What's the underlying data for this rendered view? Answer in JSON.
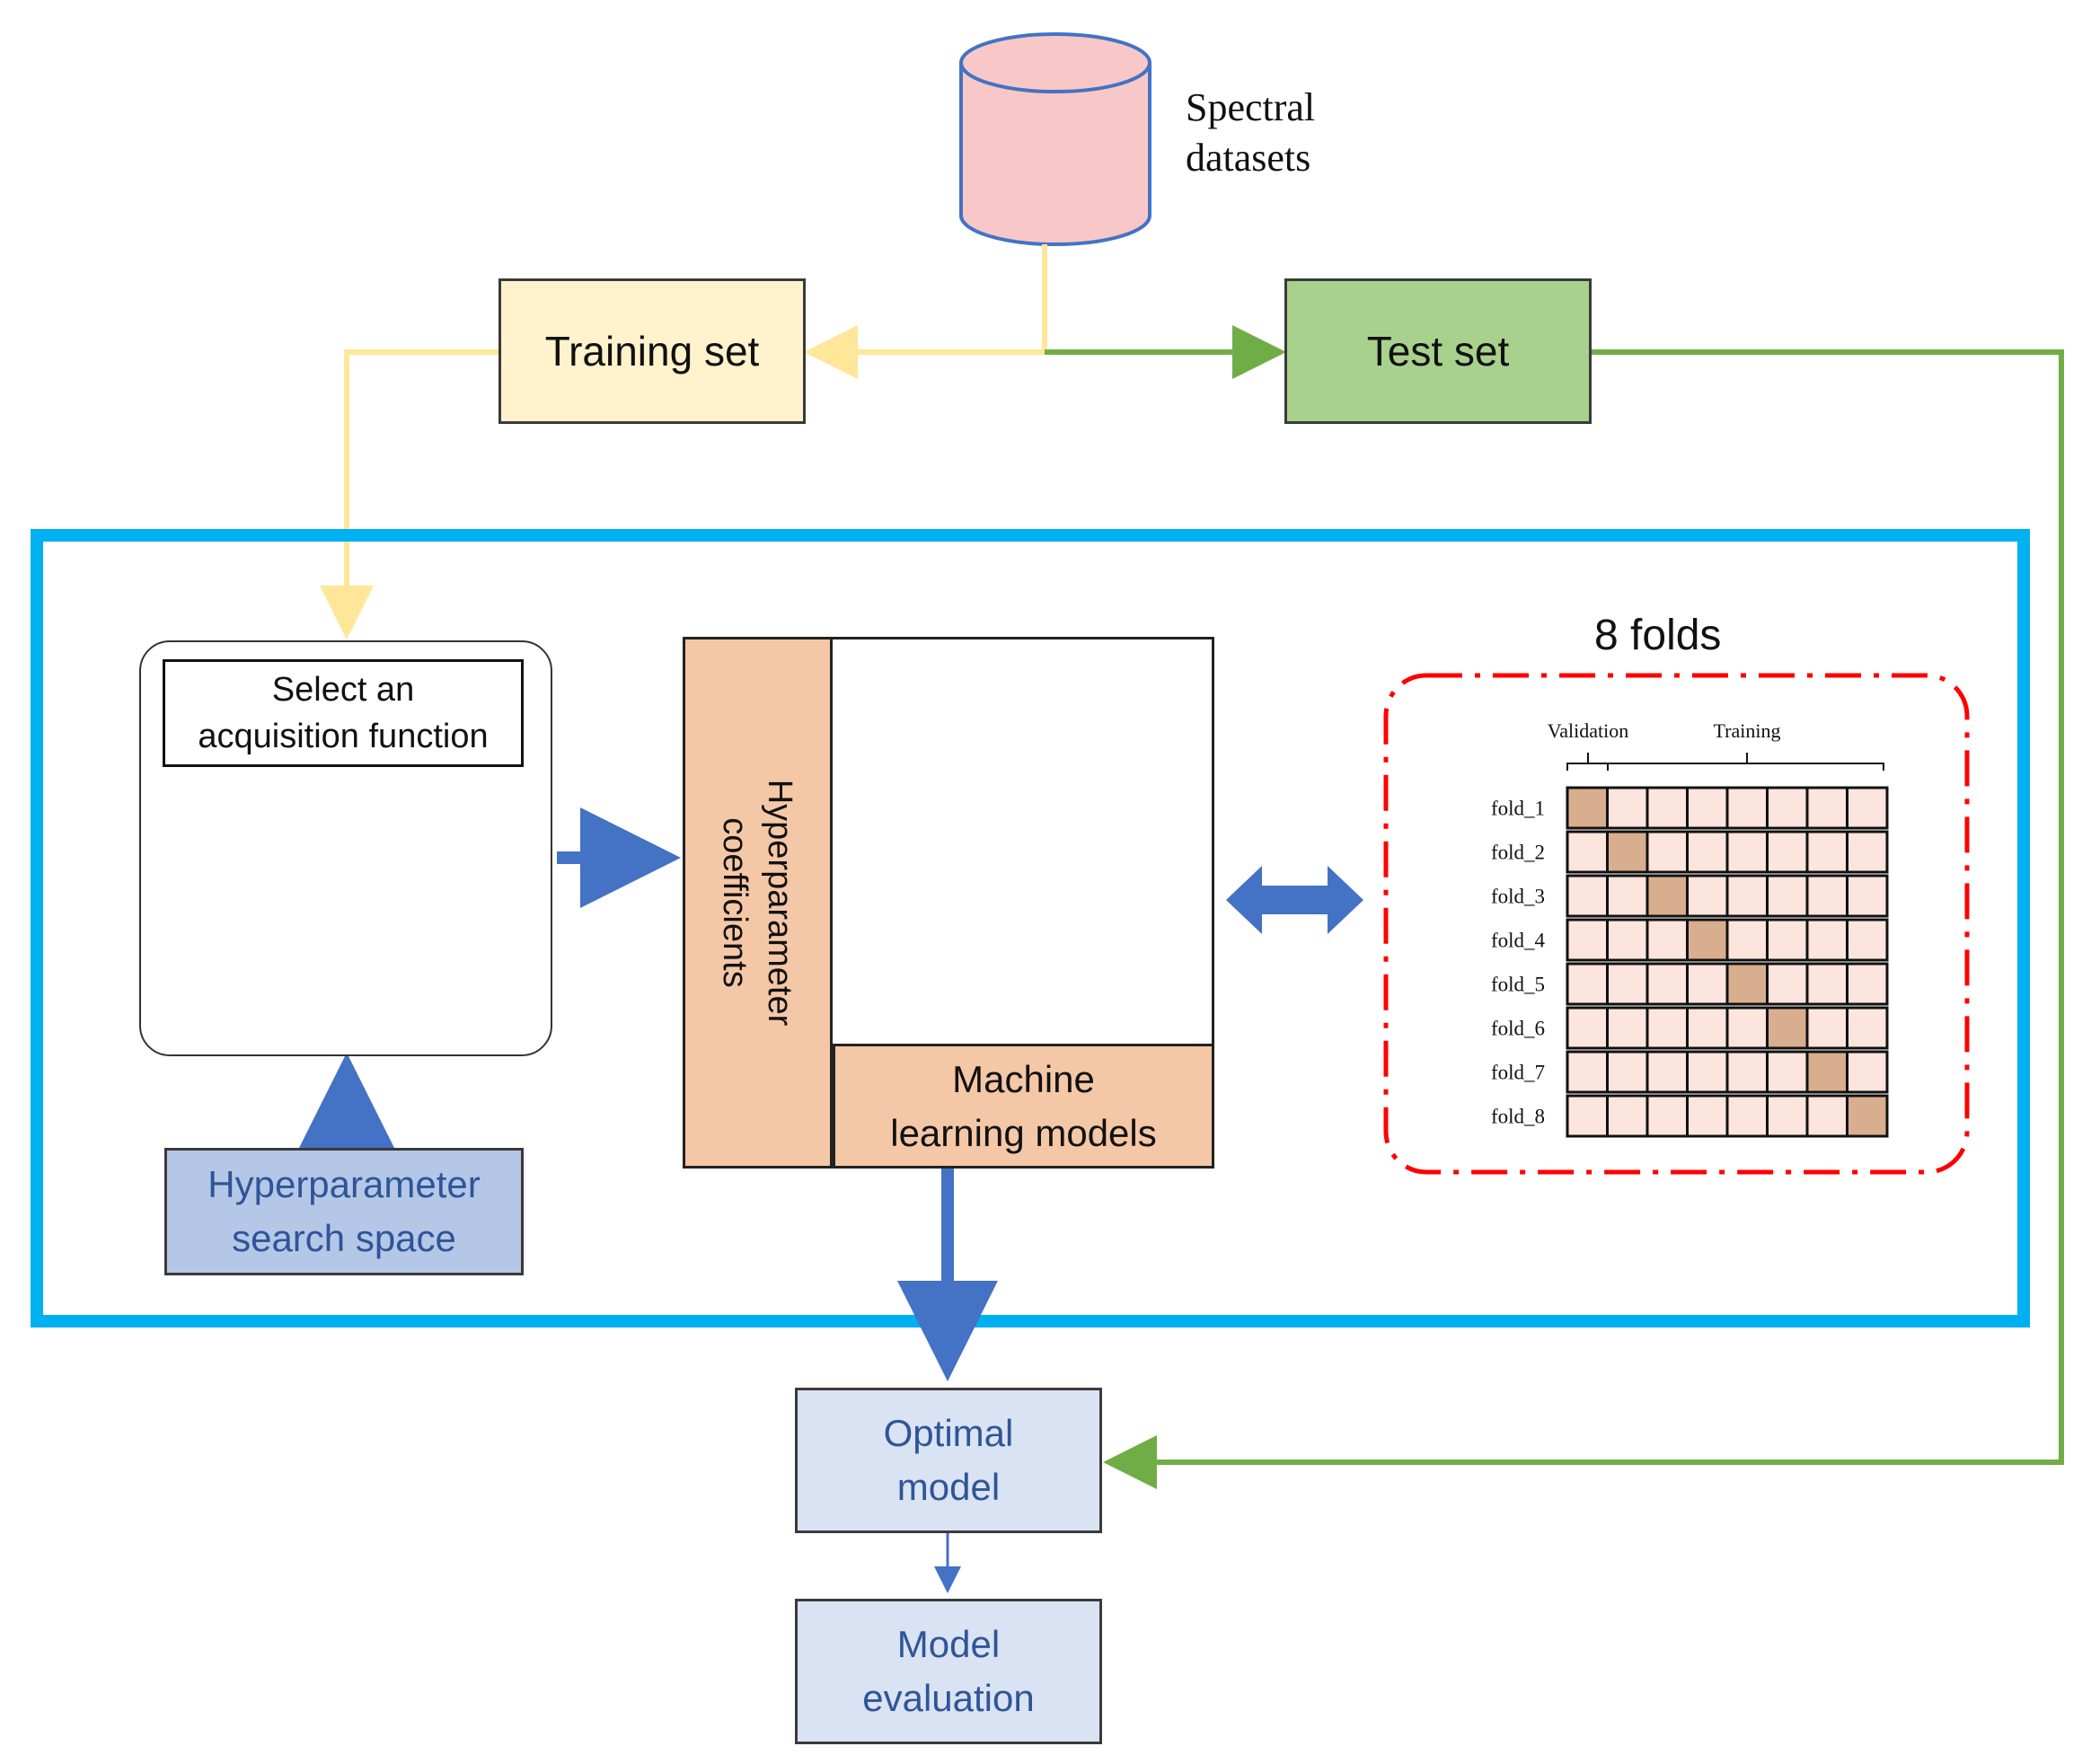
{
  "datasource": {
    "label": "Spectral\ndatasets"
  },
  "training_set": {
    "label": "Training set"
  },
  "test_set": {
    "label": "Test set"
  },
  "acquisition": {
    "title": "Select an\nacquisition function"
  },
  "search_space": {
    "label": "Hyperparameter\nsearch space"
  },
  "ml_block": {
    "hyper_label": "Hyperparameter\ncoefficients",
    "models_label": "Machine\nlearning models"
  },
  "cv": {
    "title": "8 folds",
    "validation_label": "Validation",
    "training_label": "Training",
    "folds": [
      "fold_1",
      "fold_2",
      "fold_3",
      "fold_4",
      "fold_5",
      "fold_6",
      "fold_7",
      "fold_8"
    ]
  },
  "optimal_model": {
    "label": "Optimal\nmodel"
  },
  "model_evaluation": {
    "label": "Model\nevaluation"
  },
  "colors": {
    "training": "#ffe699",
    "test": "#70ad47",
    "frame": "#00b0f0",
    "arrow_blue": "#4472c4",
    "fold_border": "#ff0000"
  }
}
